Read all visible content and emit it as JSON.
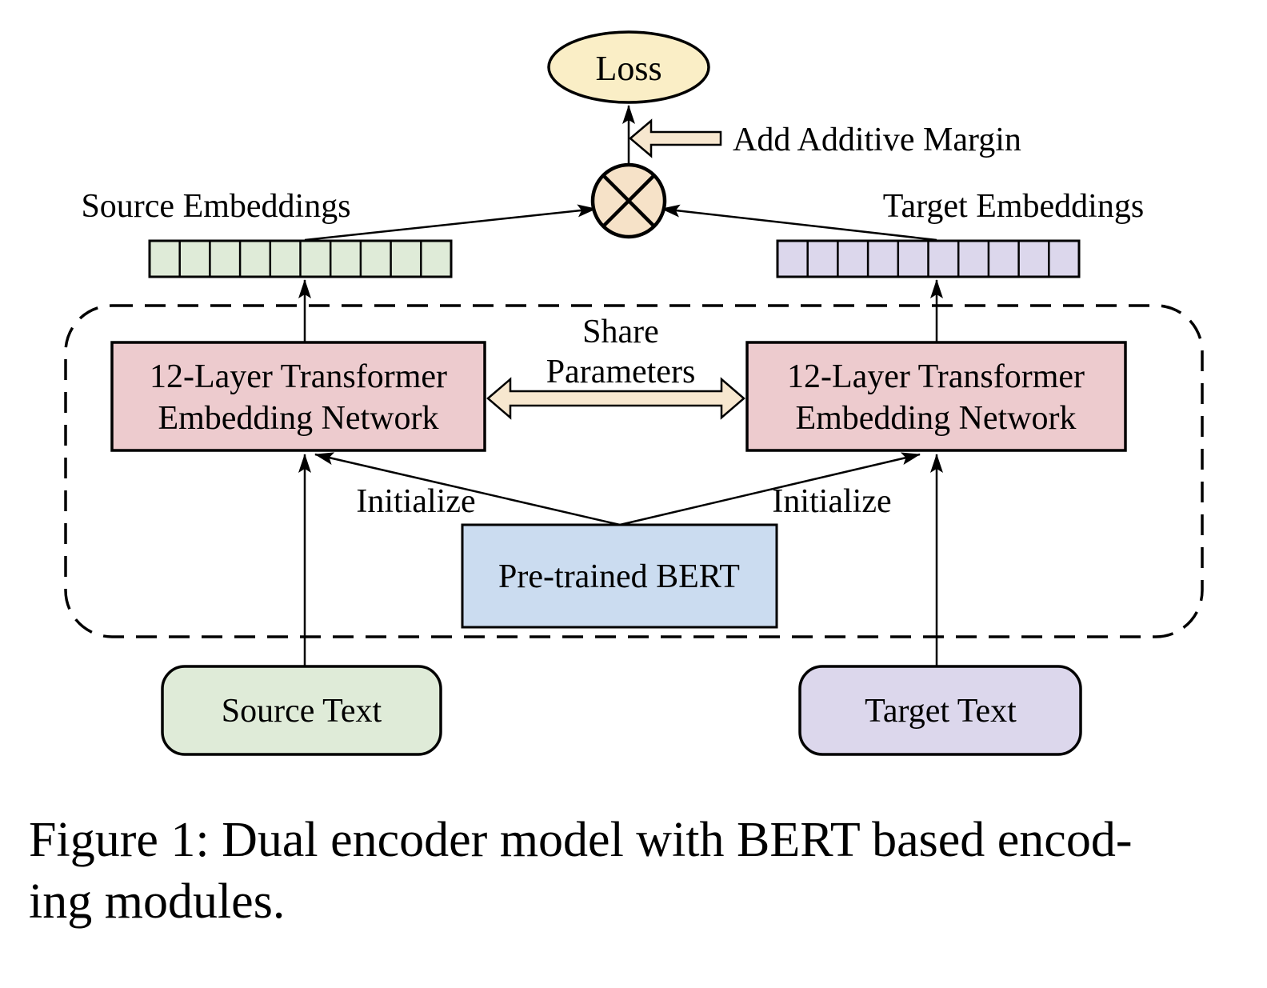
{
  "figure": {
    "caption_line1": "Figure 1: Dual encoder model with BERT based encod-",
    "caption_line2": "ing modules."
  },
  "diagram": {
    "loss_label": "Loss",
    "add_margin_label": "Add Additive Margin",
    "source_embeddings_label": "Source Embeddings",
    "target_embeddings_label": "Target Embeddings",
    "source_encoder_line1": "12-Layer Transformer",
    "source_encoder_line2": "Embedding Network",
    "target_encoder_line1": "12-Layer Transformer",
    "target_encoder_line2": "Embedding Network",
    "share_parameters_line1": "Share",
    "share_parameters_line2": "Parameters",
    "initialize_left_label": "Initialize",
    "initialize_right_label": "Initialize",
    "pretrained_bert_label": "Pre-trained BERT",
    "source_text_label": "Source Text",
    "target_text_label": "Target Text"
  },
  "embeddings": {
    "source": {
      "cells": 10
    },
    "target": {
      "cells": 10
    }
  },
  "icons": {
    "operator": "circled-times",
    "add_margin_arrow": "left-block-arrow",
    "share_parameters_arrow": "double-headed-block-arrow"
  },
  "colors": {
    "loss_fill": "#faeec6",
    "operator_fill": "#f6e2c8",
    "block_arrow_fill": "#f7e7cf",
    "encoder_fill": "#edcbce",
    "bert_fill": "#cbdcf0",
    "source_fill": "#dfebd8",
    "target_fill": "#dcd7ec",
    "stroke": "#000000",
    "background": "#ffffff"
  },
  "connections": [
    "source-text -> source-encoder",
    "target-text -> target-encoder",
    "pretrained-bert -> source-encoder (Initialize)",
    "pretrained-bert -> target-encoder (Initialize)",
    "source-encoder -> source-embeddings",
    "target-encoder -> target-embeddings",
    "source-embeddings -> circled-times-operator",
    "target-embeddings -> circled-times-operator",
    "circled-times-operator -> loss",
    "add-additive-margin -> loss-arrow",
    "source-encoder <-> target-encoder (Share Parameters)"
  ]
}
